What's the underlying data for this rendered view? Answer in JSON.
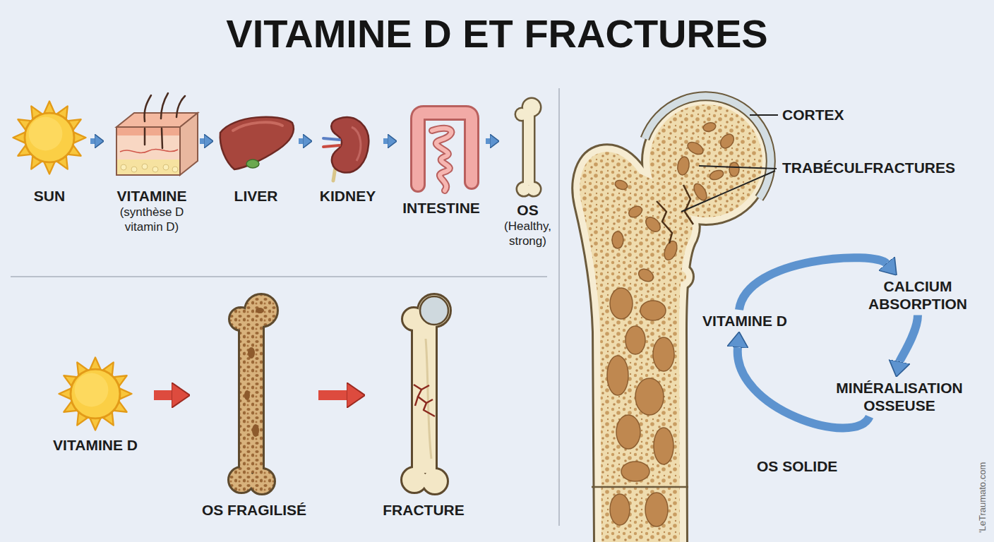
{
  "diagram": {
    "title": "VITAMINE D ET FRACTURES",
    "nodes": [
      {
        "text": [
          "SUN"
        ]
      },
      {
        "text": [
          "VITAMINE",
          "(synthèse D vitamin D)"
        ]
      },
      {
        "text": [
          "LIVER"
        ]
      },
      {
        "text": [
          "KIDNEY"
        ]
      },
      {
        "text": [
          "INTESTINE"
        ]
      },
      {
        "text": [
          "OS",
          "(Healthy, strong)"
        ]
      },
      {
        "text": [
          "VITAMINE D"
        ]
      },
      {
        "text": [
          "OS FRAGILISÉ"
        ]
      },
      {
        "text": [
          "FRACTURE"
        ]
      },
      {
        "text": [
          "VITAMINE D"
        ]
      },
      {
        "text": [
          "CALCIUM ABSORPTION"
        ]
      },
      {
        "text": [
          "MINÉRALISATION OSSEUSE"
        ]
      }
    ],
    "edges": [
      {
        "from": 0,
        "to": 1,
        "arrow": "to"
      },
      {
        "from": 1,
        "to": 2,
        "arrow": "to"
      },
      {
        "from": 2,
        "to": 3,
        "arrow": "to"
      },
      {
        "from": 3,
        "to": 4,
        "arrow": "to"
      },
      {
        "from": 4,
        "to": 5,
        "arrow": "to"
      },
      {
        "from": 6,
        "to": 7,
        "arrow": "to"
      },
      {
        "from": 7,
        "to": 8,
        "arrow": "to"
      },
      {
        "from": 9,
        "to": 10,
        "arrow": "to"
      },
      {
        "from": 10,
        "to": 11,
        "arrow": "to"
      },
      {
        "from": 11,
        "to": 9,
        "arrow": "to"
      }
    ],
    "labels": [
      "CORTEX",
      "TRABÉCULFRACTURES",
      "OS SOLIDE",
      "'LeTraumato.com"
    ]
  }
}
